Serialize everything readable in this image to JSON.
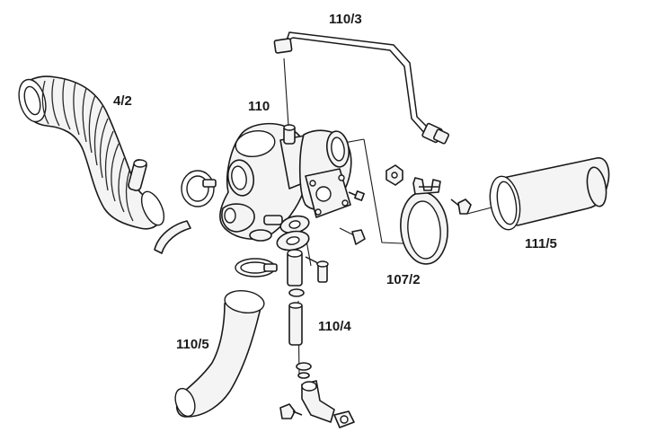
{
  "labels": {
    "air_intake_hose": "4/2",
    "turbocharger": "110",
    "oil_feed_line": "110/3",
    "oil_return_line": "110/4",
    "air_outlet_pipe": "110/5",
    "clamp": "107/2",
    "exhaust_pipe": "111/5"
  }
}
